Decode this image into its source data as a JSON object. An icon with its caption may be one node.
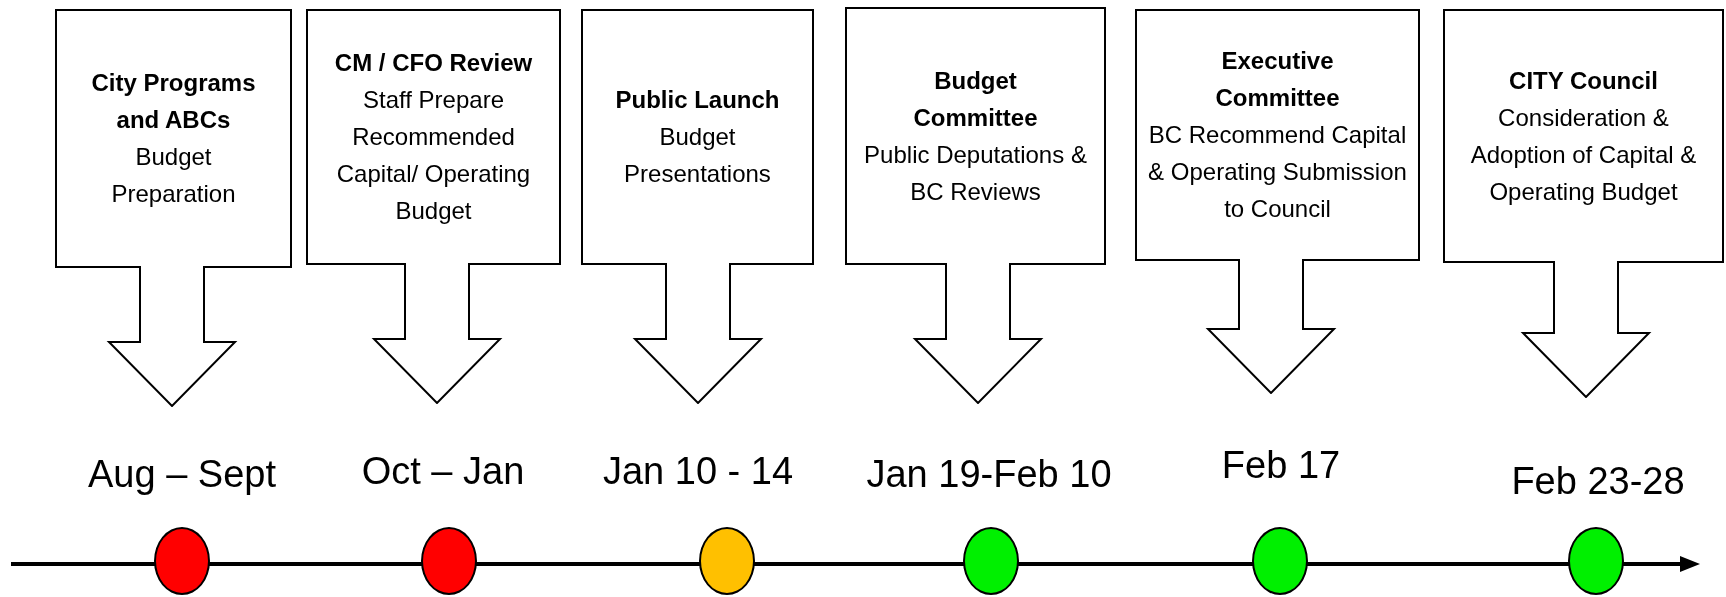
{
  "diagram": {
    "nodes": [
      {
        "text": [
          "City Programs and ABCs",
          "Budget Preparation"
        ]
      },
      {
        "text": [
          "CM / CFO Review",
          "Staff Prepare Recommended Capital/ Operating Budget"
        ]
      },
      {
        "text": [
          "Public Launch",
          "Budget Presentations"
        ]
      },
      {
        "text": [
          "Budget Committee",
          "Public Deputations & BC Reviews"
        ]
      },
      {
        "text": [
          "Executive Committee",
          "BC Recommend Capital  & Operating Submission to Council"
        ]
      },
      {
        "text": [
          "CITY Council",
          "Consideration & Adoption of Capital & Operating Budget"
        ]
      },
      {
        "text": [],
        "shape": "circle"
      },
      {
        "text": [],
        "shape": "circle"
      },
      {
        "text": [],
        "shape": "circle"
      },
      {
        "text": [],
        "shape": "circle"
      },
      {
        "text": [],
        "shape": "circle"
      },
      {
        "text": [],
        "shape": "circle"
      }
    ],
    "edges": [],
    "labels": [
      "Aug – Sept",
      "Oct – Jan",
      "Jan 10 - 14",
      "Jan 19-Feb 10",
      "Feb 17",
      "Feb 23-28"
    ]
  }
}
